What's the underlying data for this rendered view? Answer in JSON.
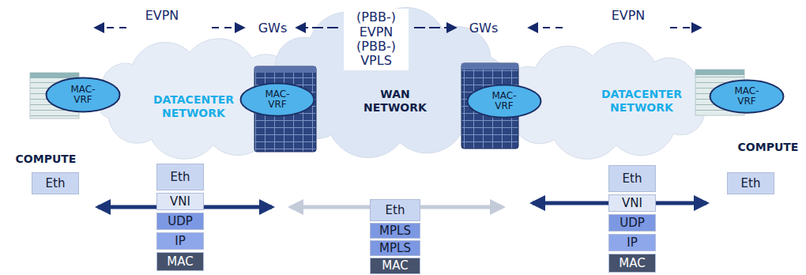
{
  "diagram": {
    "nodes": [
      {
        "text": [
          "DATACENTER NETWORK"
        ]
      },
      {
        "text": [
          "WAN NETWORK"
        ]
      },
      {
        "text": [
          "DATACENTER NETWORK"
        ]
      },
      {
        "text": [
          "MAC-VRF"
        ]
      },
      {
        "text": [
          "MAC-VRF"
        ]
      },
      {
        "text": [
          "MAC-VRF"
        ]
      },
      {
        "text": [
          "MAC-VRF"
        ]
      },
      {
        "text": [
          "Eth"
        ]
      },
      {
        "text": [
          "Eth"
        ]
      },
      {
        "text": [
          "VNI"
        ]
      },
      {
        "text": [
          "UDP"
        ]
      },
      {
        "text": [
          "IP"
        ]
      },
      {
        "text": [
          "MAC"
        ]
      },
      {
        "text": [
          "Eth"
        ]
      },
      {
        "text": [
          "MPLS"
        ]
      },
      {
        "text": [
          "MPLS"
        ]
      },
      {
        "text": [
          "MAC"
        ]
      },
      {
        "text": [
          "Eth"
        ]
      },
      {
        "text": [
          "VNI"
        ]
      },
      {
        "text": [
          "UDP"
        ]
      },
      {
        "text": [
          "IP"
        ]
      },
      {
        "text": [
          "MAC"
        ]
      },
      {
        "text": [
          "Eth"
        ]
      }
    ],
    "labels": [
      "EVPN",
      "GWs",
      "(PBB-) EVPN (PBB-) VPLS",
      "GWs",
      "EVPN",
      "COMPUTE",
      "COMPUTE"
    ]
  }
}
